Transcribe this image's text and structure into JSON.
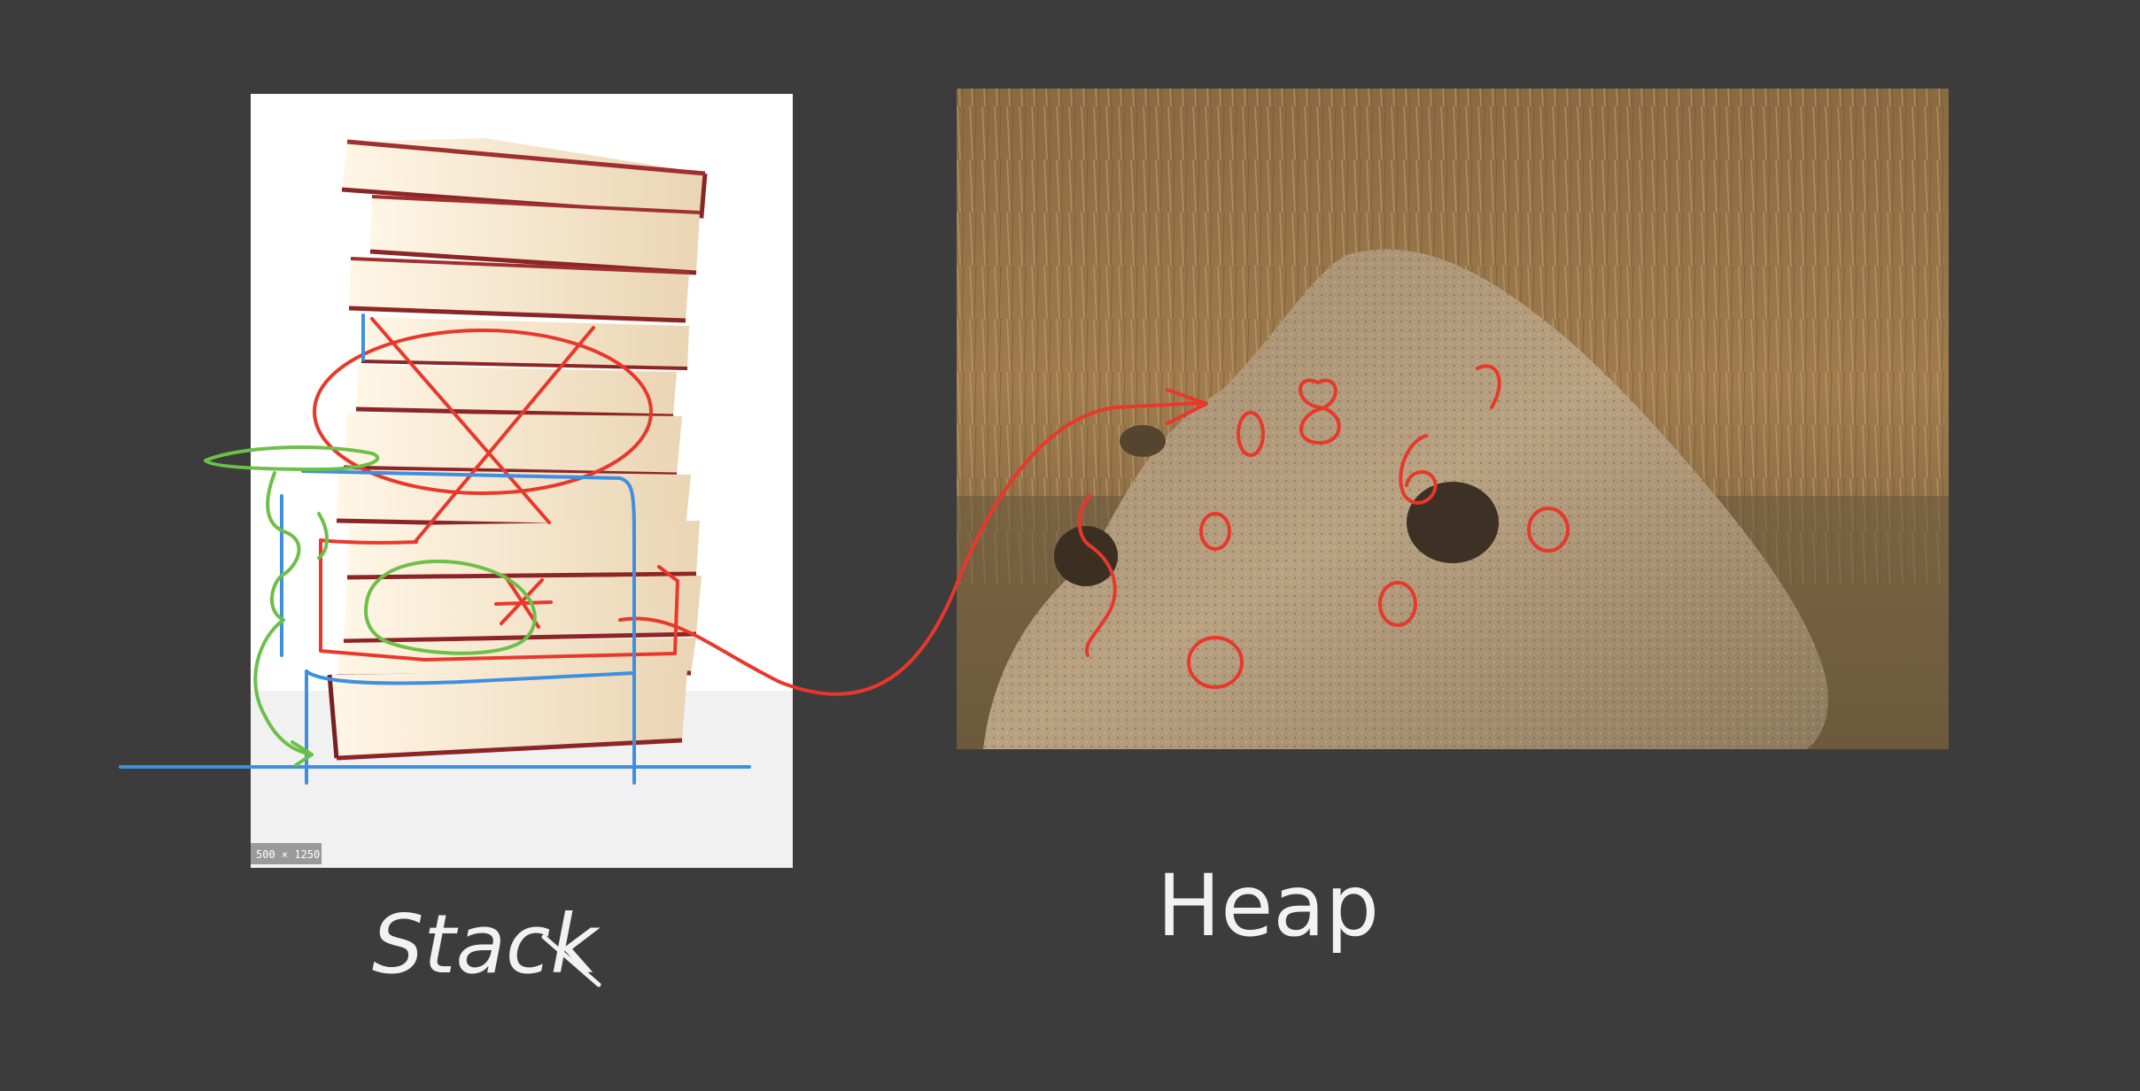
{
  "slide": {
    "stack_label": "Stack",
    "heap_label": "Heap",
    "stack_image_size_tag": "500 × 1250"
  },
  "colors": {
    "background": "#3c3c3c",
    "annotation_red": "#e8382b",
    "annotation_blue": "#3f8fe0",
    "annotation_green": "#6cc048"
  },
  "icons": [
    "book-stack-photo",
    "termite-mound-photo"
  ]
}
